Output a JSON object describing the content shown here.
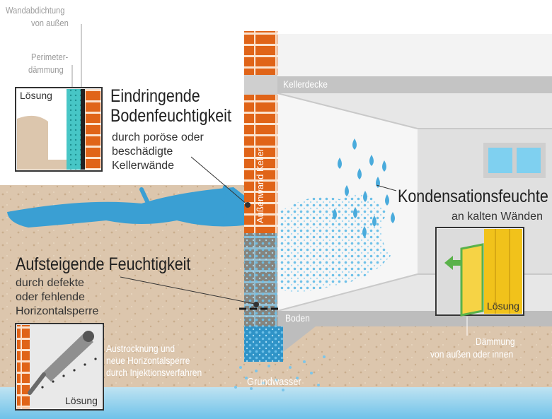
{
  "colors": {
    "soil": "#dcc6ad",
    "soil_dark": "#c9ad8d",
    "brick": "#e06418",
    "mortar": "#fbe3cf",
    "water": "#3a9fd3",
    "water_light": "#8fd0ee",
    "wall_grey": "#d6d6d6",
    "room": "#ececec",
    "insulation": "#f1c21b"
  },
  "labels": {
    "wall_seal": [
      "Wandabdichtung",
      "von außen"
    ],
    "perimeter": [
      "Perimeter-",
      "dämmung"
    ],
    "solution": "Lösung",
    "ceiling": "Kellerdecke",
    "floor": "Boden",
    "outer_wall": "Außenwand Keller",
    "groundwater": "Grundwasser"
  },
  "sections": {
    "penetrating": {
      "title": [
        "Eindringende",
        "Bodenfeuchtigkeit"
      ],
      "desc": [
        "durch poröse oder",
        "beschädigte",
        "Kellerwände"
      ]
    },
    "condensation": {
      "title": "Kondensationsfeuchte",
      "desc": "an kalten Wänden",
      "solution": [
        "Dämmung",
        "von außen oder innen"
      ]
    },
    "rising": {
      "title": "Aufsteigende Feuchtigkeit",
      "desc": [
        "durch defekte",
        "oder fehlende",
        "Horizontalsperre"
      ],
      "solution": [
        "Austrocknung und",
        "neue Horizontalsperre",
        "durch Injektionsverfahren"
      ]
    }
  }
}
